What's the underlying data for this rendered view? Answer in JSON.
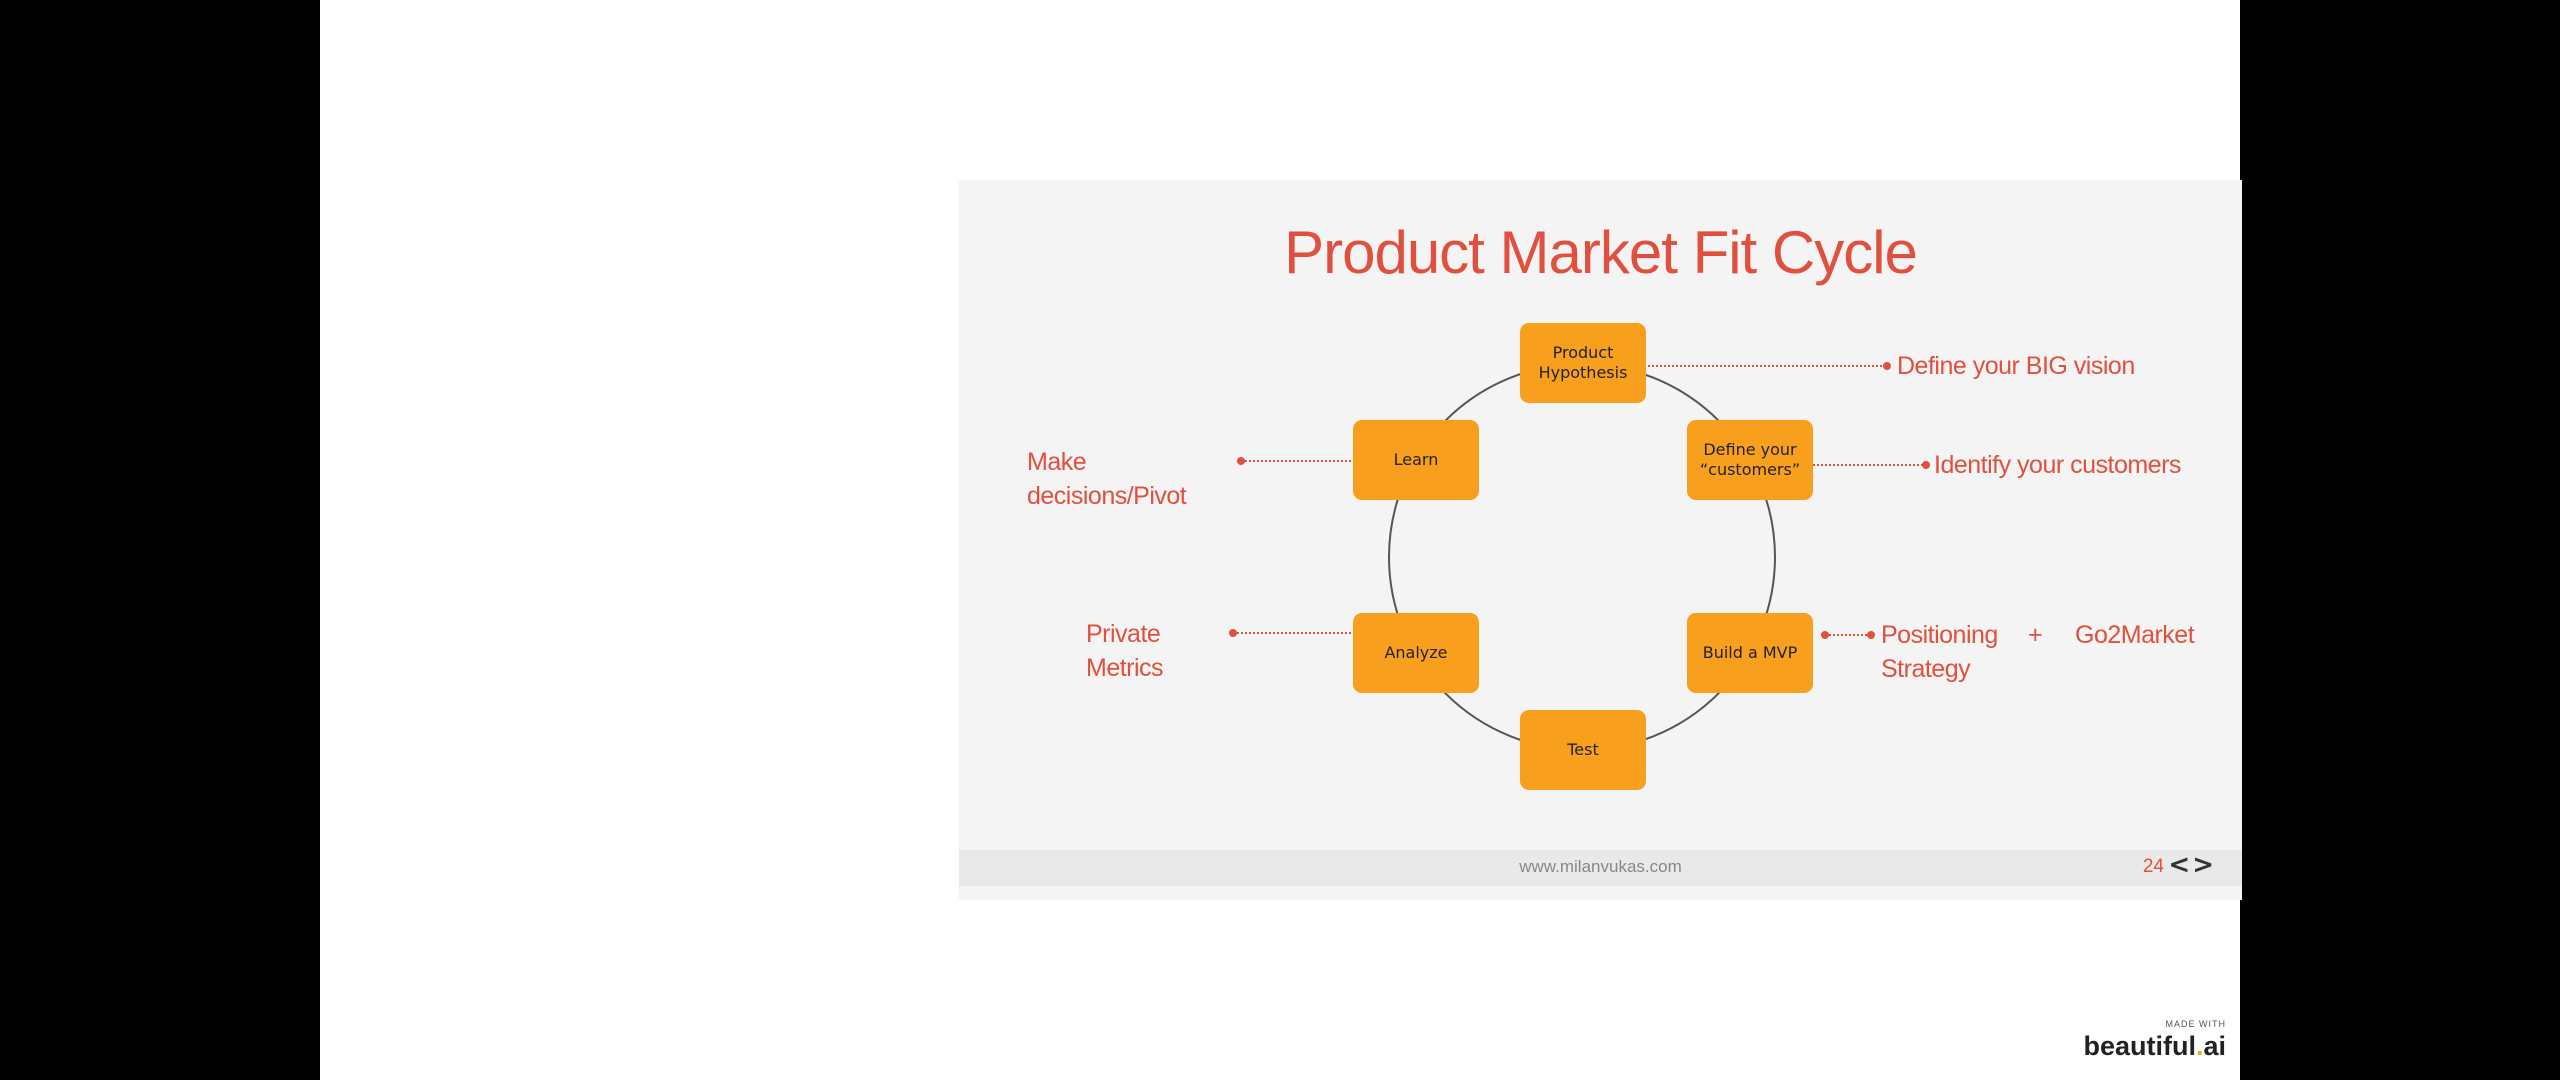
{
  "slide": {
    "title": "Product Market Fit Cycle",
    "steps": {
      "product_hypothesis": "Product\nHypothesis",
      "define_customers": "Define your\n“customers”",
      "build_mvp": "Build a MVP",
      "test": "Test",
      "analyze": "Analyze",
      "learn": "Learn"
    },
    "notes": {
      "big_vision": "Define your BIG vision",
      "identify_customers": "Identify your customers",
      "positioning": "Positioning",
      "plus": "+",
      "go2market": "Go2Market",
      "strategy": "Strategy",
      "private": "Private",
      "metrics": "Metrics",
      "make": "Make",
      "decisions_pivot": "decisions/Pivot"
    },
    "footer": {
      "url": "www.milanvukas.com",
      "page_number": "24",
      "nav": "<>"
    }
  },
  "branding": {
    "made_with": "MADE WITH",
    "name": "beautiful",
    "dot": ".",
    "suffix": "ai"
  },
  "colors": {
    "accent": "#e0503f",
    "step_fill": "#f8a01e",
    "slide_bg": "#f4f4f4"
  }
}
